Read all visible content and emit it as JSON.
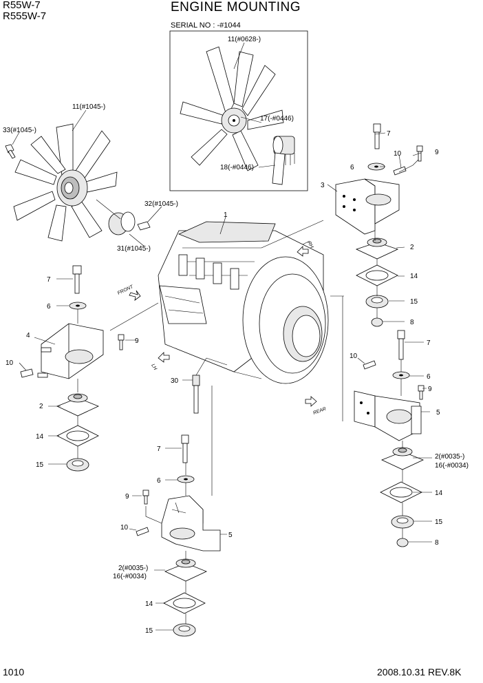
{
  "header": {
    "model_1": "R55W-7",
    "model_2": "R555W-7",
    "title": "ENGINE MOUNTING"
  },
  "inset": {
    "serial": "SERIAL NO : -#1044"
  },
  "callouts": [
    {
      "id": "c-11-0628",
      "text": "11(#0628-)"
    },
    {
      "id": "c-17-0446",
      "text": "17(-#0446)"
    },
    {
      "id": "c-18-0446",
      "text": "18(-#0446)"
    },
    {
      "id": "c-11-1045",
      "text": "11(#1045-)"
    },
    {
      "id": "c-33-1045",
      "text": "33(#1045-)"
    },
    {
      "id": "c-32-1045",
      "text": "32(#1045-)"
    },
    {
      "id": "c-31-1045",
      "text": "31(#1045-)"
    },
    {
      "id": "c-1",
      "text": "1"
    },
    {
      "id": "c-7-r",
      "text": "7"
    },
    {
      "id": "c-10-r",
      "text": "10"
    },
    {
      "id": "c-9-r",
      "text": "9"
    },
    {
      "id": "c-6-r",
      "text": "6"
    },
    {
      "id": "c-3",
      "text": "3"
    },
    {
      "id": "c-2-r",
      "text": "2"
    },
    {
      "id": "c-14-r",
      "text": "14"
    },
    {
      "id": "c-15-r",
      "text": "15"
    },
    {
      "id": "c-8-r",
      "text": "8"
    },
    {
      "id": "c-7-l",
      "text": "7"
    },
    {
      "id": "c-6-l",
      "text": "6"
    },
    {
      "id": "c-4",
      "text": "4"
    },
    {
      "id": "c-9-l",
      "text": "9"
    },
    {
      "id": "c-10-l",
      "text": "10"
    },
    {
      "id": "c-2-l",
      "text": "2"
    },
    {
      "id": "c-14-l",
      "text": "14"
    },
    {
      "id": "c-15-l",
      "text": "15"
    },
    {
      "id": "c-30",
      "text": "30"
    },
    {
      "id": "c-7-rr",
      "text": "7"
    },
    {
      "id": "c-10-rr",
      "text": "10"
    },
    {
      "id": "c-6-rr",
      "text": "6"
    },
    {
      "id": "c-9-rr",
      "text": "9"
    },
    {
      "id": "c-5-rr",
      "text": "5"
    },
    {
      "id": "c-2-0035-rr",
      "text": "2(#0035-)"
    },
    {
      "id": "c-16-0034-rr",
      "text": "16(-#0034)"
    },
    {
      "id": "c-14-rr",
      "text": "14"
    },
    {
      "id": "c-15-rr",
      "text": "15"
    },
    {
      "id": "c-8-rr",
      "text": "8"
    },
    {
      "id": "c-7-b",
      "text": "7"
    },
    {
      "id": "c-6-b",
      "text": "6"
    },
    {
      "id": "c-9-b",
      "text": "9"
    },
    {
      "id": "c-10-b",
      "text": "10"
    },
    {
      "id": "c-5-b",
      "text": "5"
    },
    {
      "id": "c-2-0035-b",
      "text": "2(#0035-)"
    },
    {
      "id": "c-16-0034-b",
      "text": "16(-#0034)"
    },
    {
      "id": "c-14-b",
      "text": "14"
    },
    {
      "id": "c-15-b",
      "text": "15"
    }
  ],
  "directions": {
    "front": "FRONT",
    "rear": "REAR",
    "lh": "LH",
    "rh": "RH"
  },
  "footer": {
    "page": "1010",
    "date_rev": "2008.10.31  REV.8K"
  }
}
